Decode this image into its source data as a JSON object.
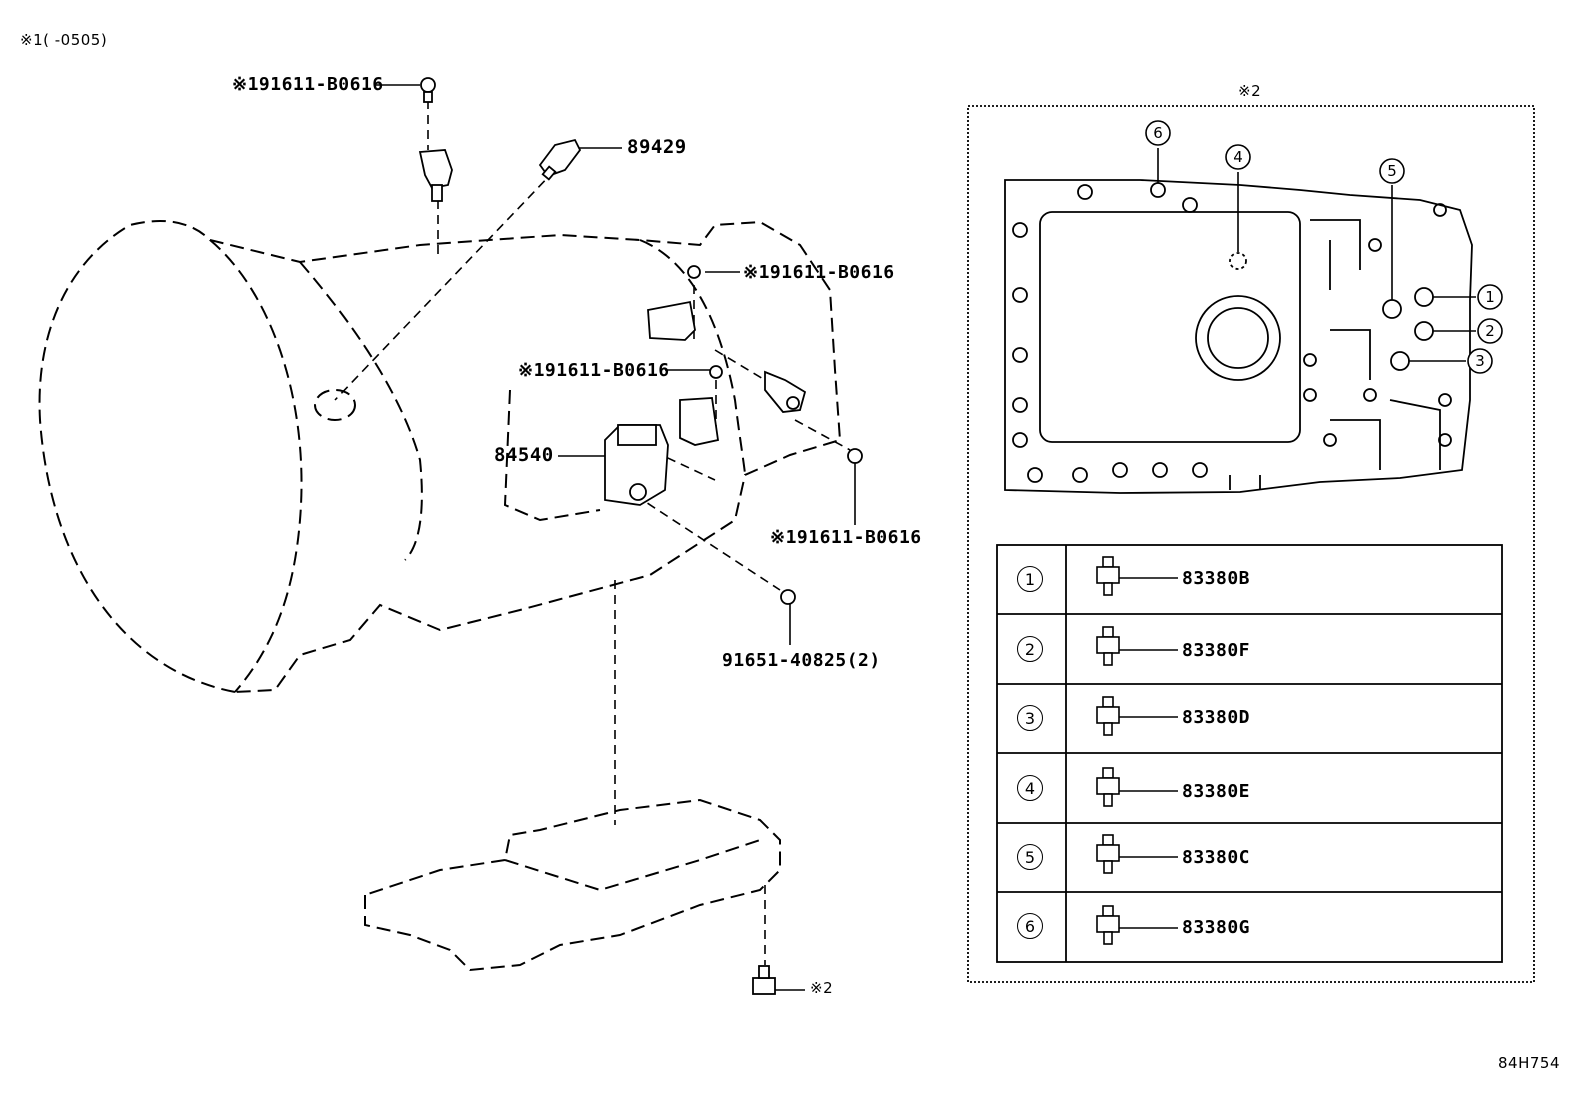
{
  "header": {
    "variant_note": "※1(      -0505)"
  },
  "figure_id": "84H754",
  "labels": {
    "bolt_top": "※191611-B0616",
    "sensor_top": "89429",
    "bolt_upper_right": "※191611-B0616",
    "bolt_middle": "※191611-B0616",
    "switch": "84540",
    "bolt_lower_right": "※191611-B0616",
    "bolt_bottom": "91651-40825(2)",
    "valve_ref": "※2"
  },
  "inset": {
    "title": "※2",
    "callouts": [
      "1",
      "2",
      "3",
      "4",
      "5",
      "6"
    ],
    "table": [
      {
        "num": "1",
        "part": "83380B"
      },
      {
        "num": "2",
        "part": "83380F"
      },
      {
        "num": "3",
        "part": "83380D"
      },
      {
        "num": "4",
        "part": "83380E"
      },
      {
        "num": "5",
        "part": "83380C"
      },
      {
        "num": "6",
        "part": "83380G"
      }
    ]
  }
}
